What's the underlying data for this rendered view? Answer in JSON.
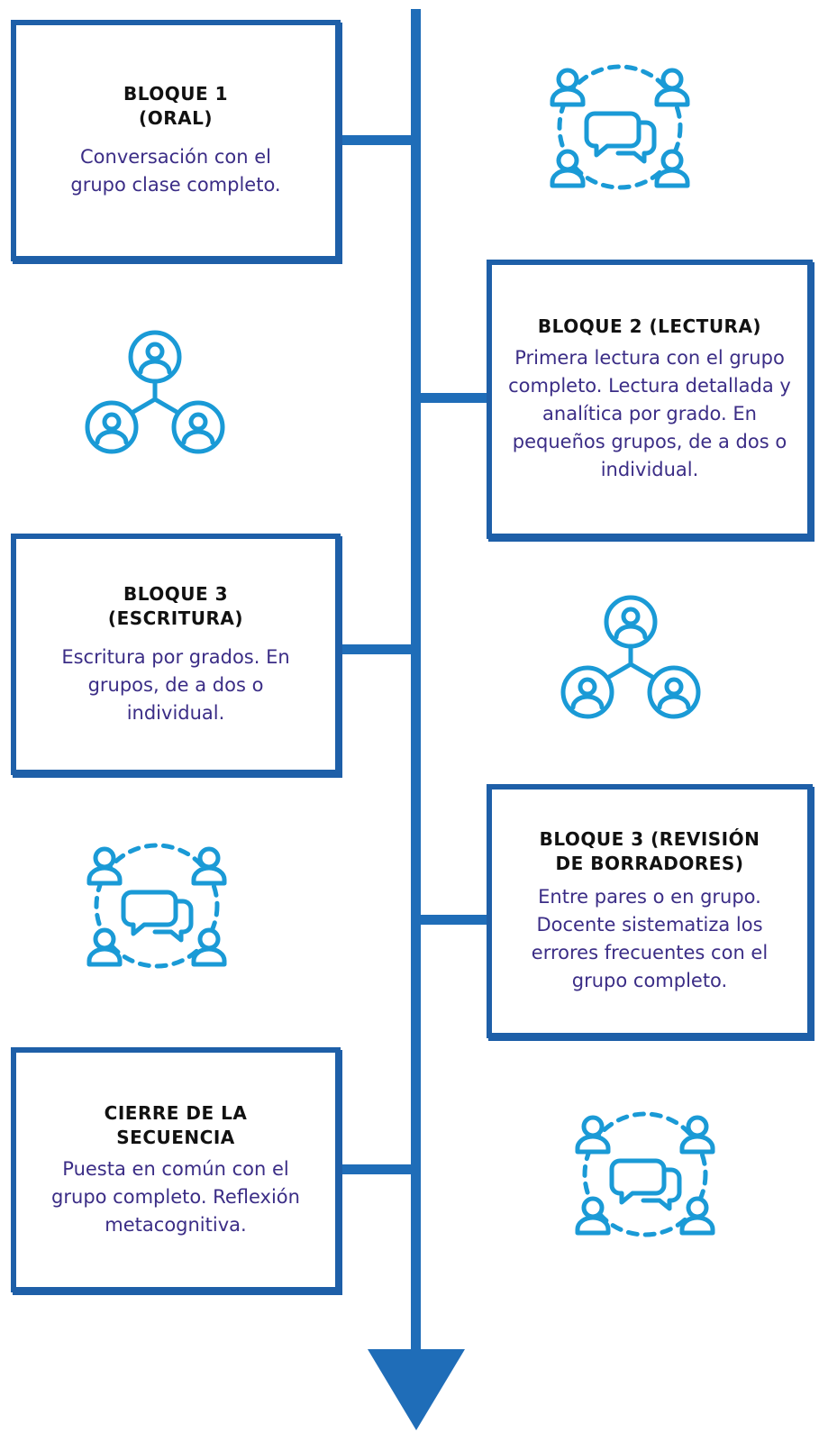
{
  "colors": {
    "line": "#1f6db8",
    "card_border": "#1e5fa8",
    "icon": "#1a9ad6",
    "title": "#111111",
    "body_text": "#3b2d86"
  },
  "blocks": [
    {
      "title": "BLOQUE 1 (ORAL)",
      "text": "Conversación con el grupo clase completo."
    },
    {
      "title": "BLOQUE 2 (LECTURA)",
      "text": "Primera lectura con el grupo completo. Lectura detallada y analítica por grado. En pequeños grupos, de a dos o individual."
    },
    {
      "title": "BLOQUE 3 (ESCRITURA)",
      "text": "Escritura por grados. En grupos, de a dos o individual."
    },
    {
      "title": "BLOQUE 3 (REVISIÓN DE BORRADORES)",
      "text": "Entre pares o en grupo. Docente sistematiza los errores frecuentes con el grupo completo."
    },
    {
      "title": "CIERRE DE LA SECUENCIA",
      "text": "Puesta en común con el grupo completo. Reflexión metacognitiva."
    }
  ],
  "icons": [
    "group-conversation-icon",
    "team-network-icon",
    "team-network-icon",
    "group-conversation-icon",
    "group-conversation-icon"
  ]
}
